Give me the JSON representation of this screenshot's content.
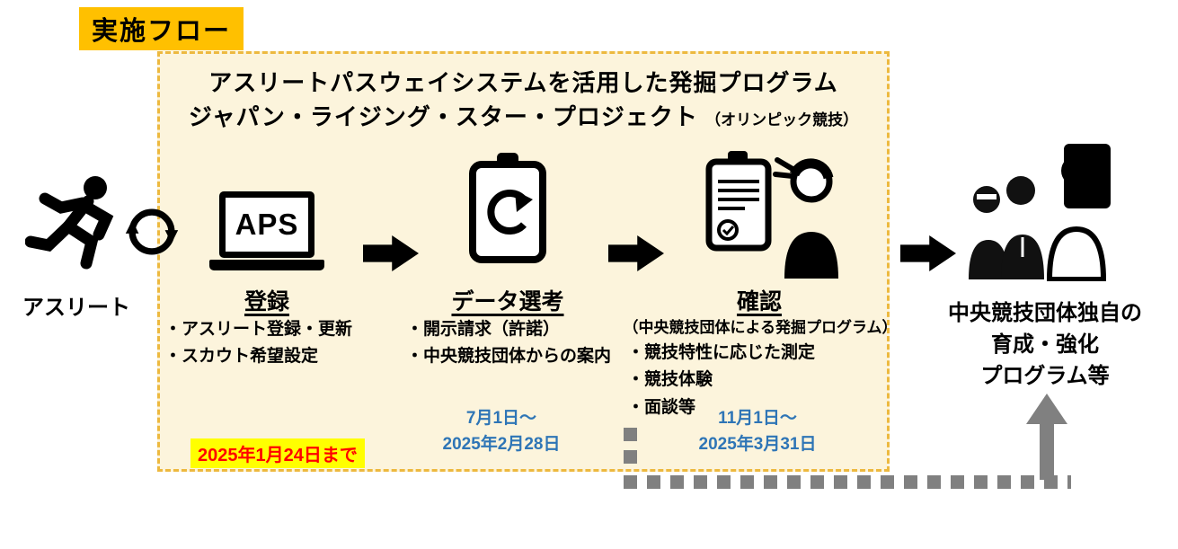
{
  "page": {
    "title": "実施フロー"
  },
  "program_box": {
    "title_line1": "アスリートパスウェイシステムを活用した発掘プログラム",
    "title_line2_main": "ジャパン・ライジング・スター・プロジェクト",
    "title_line2_note": "（オリンピック競技）"
  },
  "athlete": {
    "label": "アスリート"
  },
  "stages": [
    {
      "title": "登録",
      "aps_label": "APS",
      "bullets": [
        "・アスリート登録・更新",
        "・スカウト希望設定"
      ],
      "deadline": "2025年1月24日まで"
    },
    {
      "title": "データ選考",
      "bullets": [
        "・開示請求（許諾）",
        "・中央競技団体からの案内"
      ],
      "period": [
        "7月1日～",
        "2025年2月28日"
      ]
    },
    {
      "title": "確認",
      "subtitle": "（中央競技団体による発掘プログラム）",
      "bullets": [
        "・競技特性に応じた測定",
        "・競技体験",
        "・面談等"
      ],
      "period": [
        "11月1日～",
        "2025年3月31日"
      ]
    }
  ],
  "outcome": {
    "lines": [
      "中央競技団体独自の",
      "育成・強化",
      "プログラム等"
    ]
  },
  "colors": {
    "title_highlight": "#FFC000",
    "box_bg": "#FCF4DC",
    "box_border": "#EDB93F",
    "deadline_bg": "#FFFF00",
    "deadline_text": "#FF0000",
    "period_blue": "#2E75B6",
    "arrow_black": "#000000",
    "feedback_gray": "#808080"
  }
}
